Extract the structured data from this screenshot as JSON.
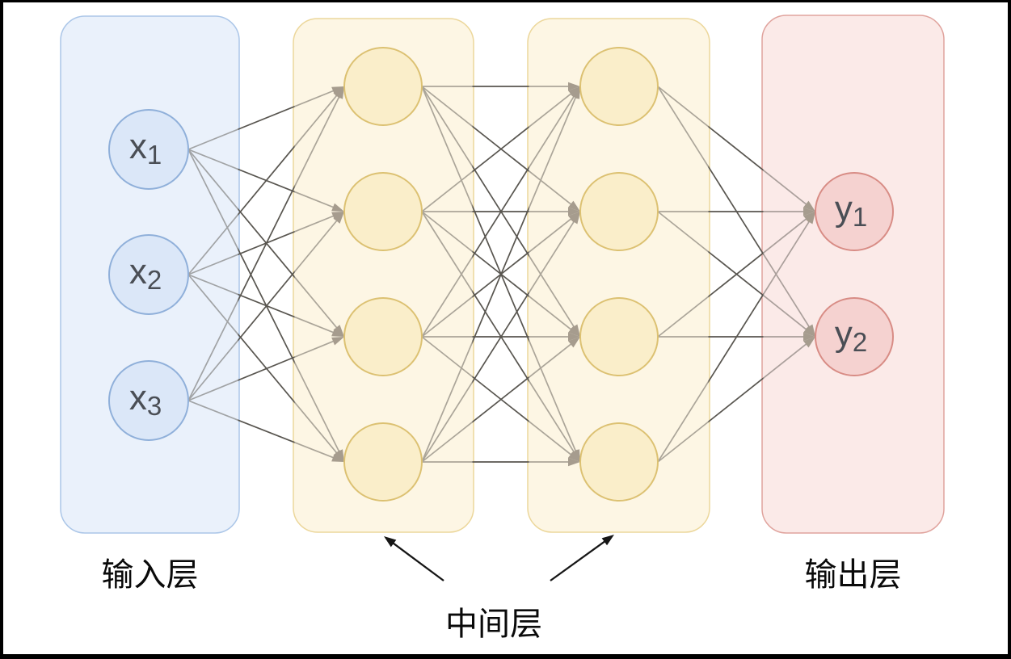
{
  "diagram": {
    "title": "neural-network-diagram",
    "captions": {
      "input": "输入层",
      "middle": "中间层",
      "output": "输出层"
    },
    "layers": [
      {
        "name": "input-layer",
        "label": "输入层",
        "box_fill": "#eaf1fb",
        "box_stroke": "#abc6e8",
        "node_fill": "#dbe7f8",
        "node_stroke": "#90b0da",
        "nodes": [
          {
            "base": "x",
            "sub": "1"
          },
          {
            "base": "x",
            "sub": "2"
          },
          {
            "base": "x",
            "sub": "3"
          }
        ]
      },
      {
        "name": "hidden-layer-1",
        "label": "中间层",
        "box_fill": "#fdf6e4",
        "box_stroke": "#ecd79b",
        "node_fill": "#faeeca",
        "node_stroke": "#dcc172",
        "nodes": [
          {
            "base": "",
            "sub": ""
          },
          {
            "base": "",
            "sub": ""
          },
          {
            "base": "",
            "sub": ""
          },
          {
            "base": "",
            "sub": ""
          }
        ]
      },
      {
        "name": "hidden-layer-2",
        "label": "中间层",
        "box_fill": "#fdf6e4",
        "box_stroke": "#ecd79b",
        "node_fill": "#faeeca",
        "node_stroke": "#dcc172",
        "nodes": [
          {
            "base": "",
            "sub": ""
          },
          {
            "base": "",
            "sub": ""
          },
          {
            "base": "",
            "sub": ""
          },
          {
            "base": "",
            "sub": ""
          }
        ]
      },
      {
        "name": "output-layer",
        "label": "输出层",
        "box_fill": "#fbeae8",
        "box_stroke": "#e0a39d",
        "node_fill": "#f5d2d0",
        "node_stroke": "#d88c85",
        "nodes": [
          {
            "base": "y",
            "sub": "1"
          },
          {
            "base": "y",
            "sub": "2"
          }
        ]
      }
    ],
    "colors": {
      "edge": "#58554f",
      "edge_arrow": "#a69c8e",
      "annotation": "#161616",
      "node_text": "#4a4e55",
      "caption_text": "#0a0a0a",
      "background": "#ffffff",
      "frame": "#000000"
    }
  }
}
